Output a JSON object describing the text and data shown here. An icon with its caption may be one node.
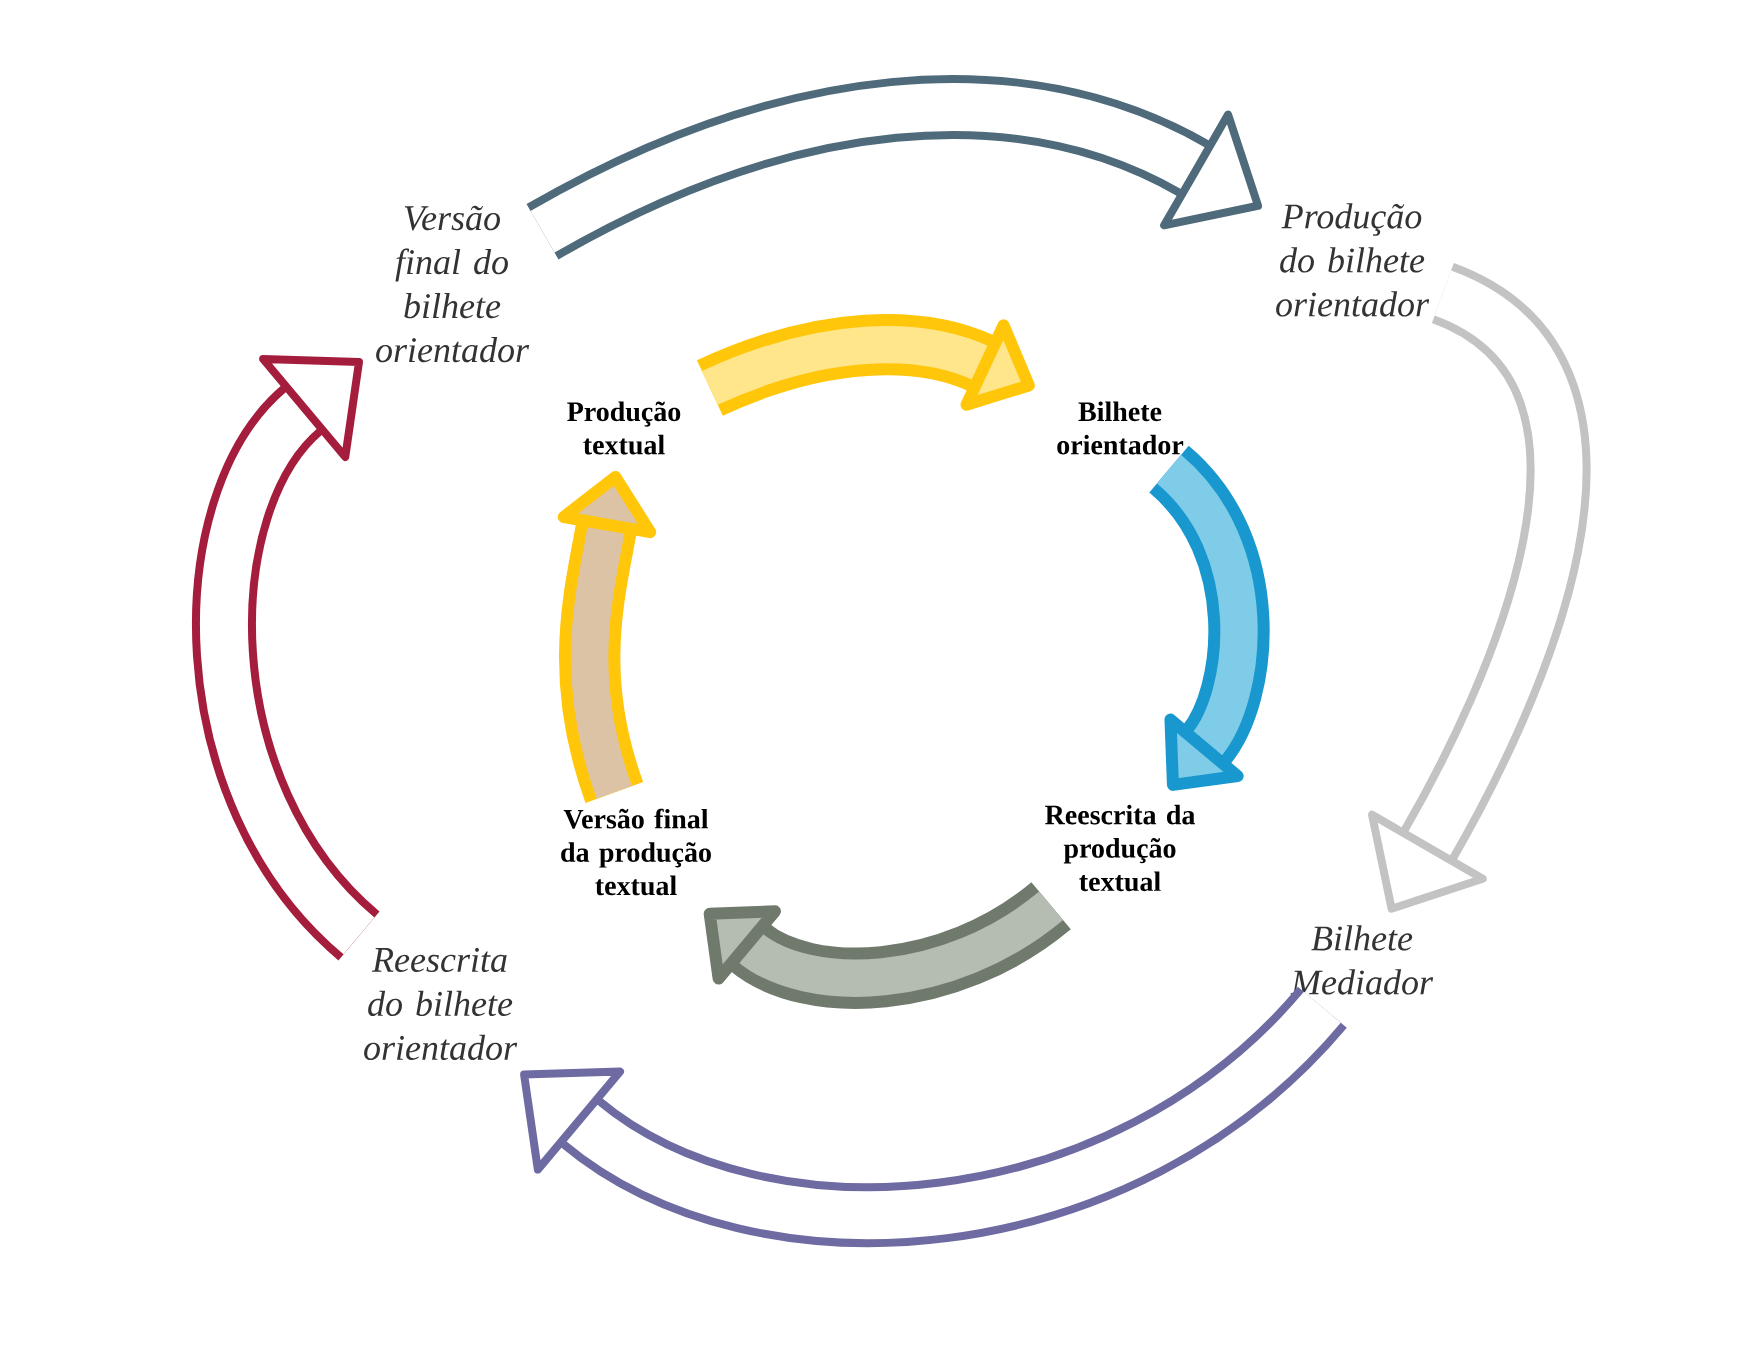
{
  "diagram": {
    "nodes": [
      {
        "text": [
          "Versão final do bilhete orientador"
        ]
      },
      {
        "text": [
          "Produção do bilhete orientador"
        ]
      },
      {
        "text": [
          "Produção textual"
        ]
      },
      {
        "text": [
          "Bilhete orientador"
        ]
      },
      {
        "text": [
          "Reescrita da produção textual"
        ]
      },
      {
        "text": [
          "Versão final da produção textual"
        ]
      },
      {
        "text": [
          "Bilhete Mediador"
        ]
      },
      {
        "text": [
          "Reescrita do bilhete orientador"
        ]
      }
    ],
    "edges": [
      {
        "from": 0,
        "to": 1,
        "arrow": "to",
        "color": "#4f6b7b"
      },
      {
        "from": 1,
        "to": 6,
        "arrow": "to",
        "color": "#c3c3c3"
      },
      {
        "from": 6,
        "to": 7,
        "arrow": "to",
        "color": "#6e6ba3"
      },
      {
        "from": 7,
        "to": 0,
        "arrow": "to",
        "color": "#a51d3c"
      },
      {
        "from": 2,
        "to": 3,
        "arrow": "to",
        "color": "#ffc60a"
      },
      {
        "from": 3,
        "to": 4,
        "arrow": "to",
        "color": "#1898cf"
      },
      {
        "from": 4,
        "to": 5,
        "arrow": "to",
        "color": "#6f7a6c"
      },
      {
        "from": 5,
        "to": 2,
        "arrow": "to",
        "color": "#ffc60a"
      }
    ]
  }
}
